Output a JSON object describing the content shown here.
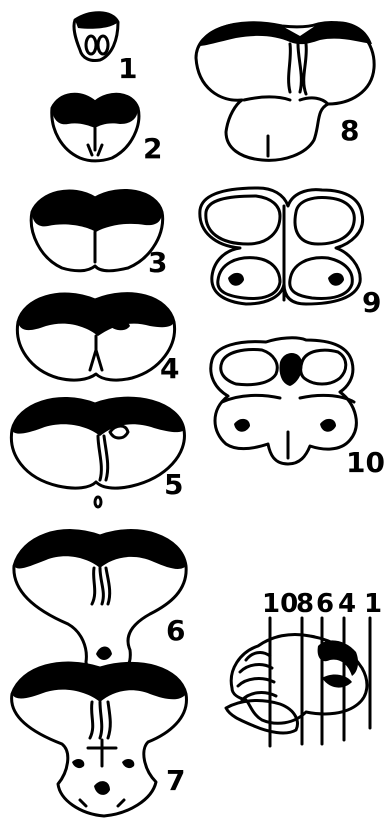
{
  "figure": {
    "section_labels": [
      "1",
      "2",
      "3",
      "4",
      "5",
      "6",
      "7",
      "8",
      "9",
      "10"
    ],
    "inset_labels": [
      "10",
      "8",
      "6",
      "4",
      "1"
    ],
    "small_mark": "0"
  }
}
